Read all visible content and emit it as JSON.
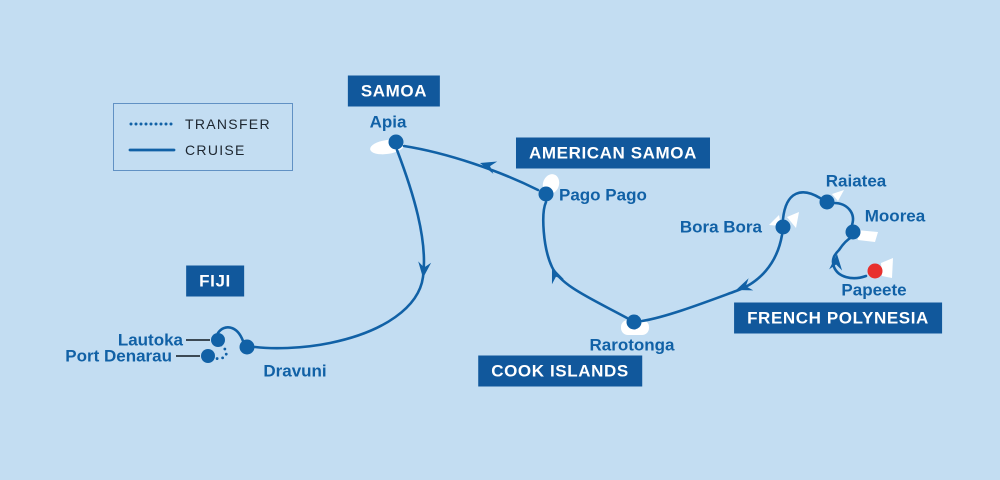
{
  "legend": {
    "transfer_label": "TRANSFER",
    "cruise_label": "CRUISE"
  },
  "regions": [
    {
      "id": "samoa",
      "label": "SAMOA"
    },
    {
      "id": "american-samoa",
      "label": "AMERICAN SAMOA"
    },
    {
      "id": "fiji",
      "label": "FIJI"
    },
    {
      "id": "cook-islands",
      "label": "COOK ISLANDS"
    },
    {
      "id": "french-polynesia",
      "label": "FRENCH POLYNESIA"
    }
  ],
  "ports": [
    {
      "name": "Lautoka",
      "country": "Fiji",
      "marker": "port"
    },
    {
      "name": "Port Denarau",
      "country": "Fiji",
      "marker": "port"
    },
    {
      "name": "Dravuni",
      "country": "Fiji",
      "marker": "port"
    },
    {
      "name": "Apia",
      "country": "Samoa",
      "marker": "port"
    },
    {
      "name": "Pago Pago",
      "country": "American Samoa",
      "marker": "port"
    },
    {
      "name": "Rarotonga",
      "country": "Cook Islands",
      "marker": "port"
    },
    {
      "name": "Bora Bora",
      "country": "French Polynesia",
      "marker": "port"
    },
    {
      "name": "Raiatea",
      "country": "French Polynesia",
      "marker": "port"
    },
    {
      "name": "Moorea",
      "country": "French Polynesia",
      "marker": "port"
    },
    {
      "name": "Papeete",
      "country": "French Polynesia",
      "marker": "start"
    }
  ],
  "route": {
    "cruise_sequence": [
      "Papeete",
      "Moorea",
      "Raiatea",
      "Bora Bora",
      "Rarotonga",
      "Pago Pago",
      "Apia",
      "Dravuni",
      "Lautoka"
    ],
    "transfer_sequence": [
      "Lautoka",
      "Port Denarau"
    ]
  },
  "colors": {
    "background": "#c3ddf2",
    "region_box_blue": "#11589c",
    "route_blue": "#1161a6",
    "start_marker_red": "#e8302e",
    "island_white": "#ffffff",
    "legend_text": "#1d2630",
    "leader_line": "#10181f"
  }
}
